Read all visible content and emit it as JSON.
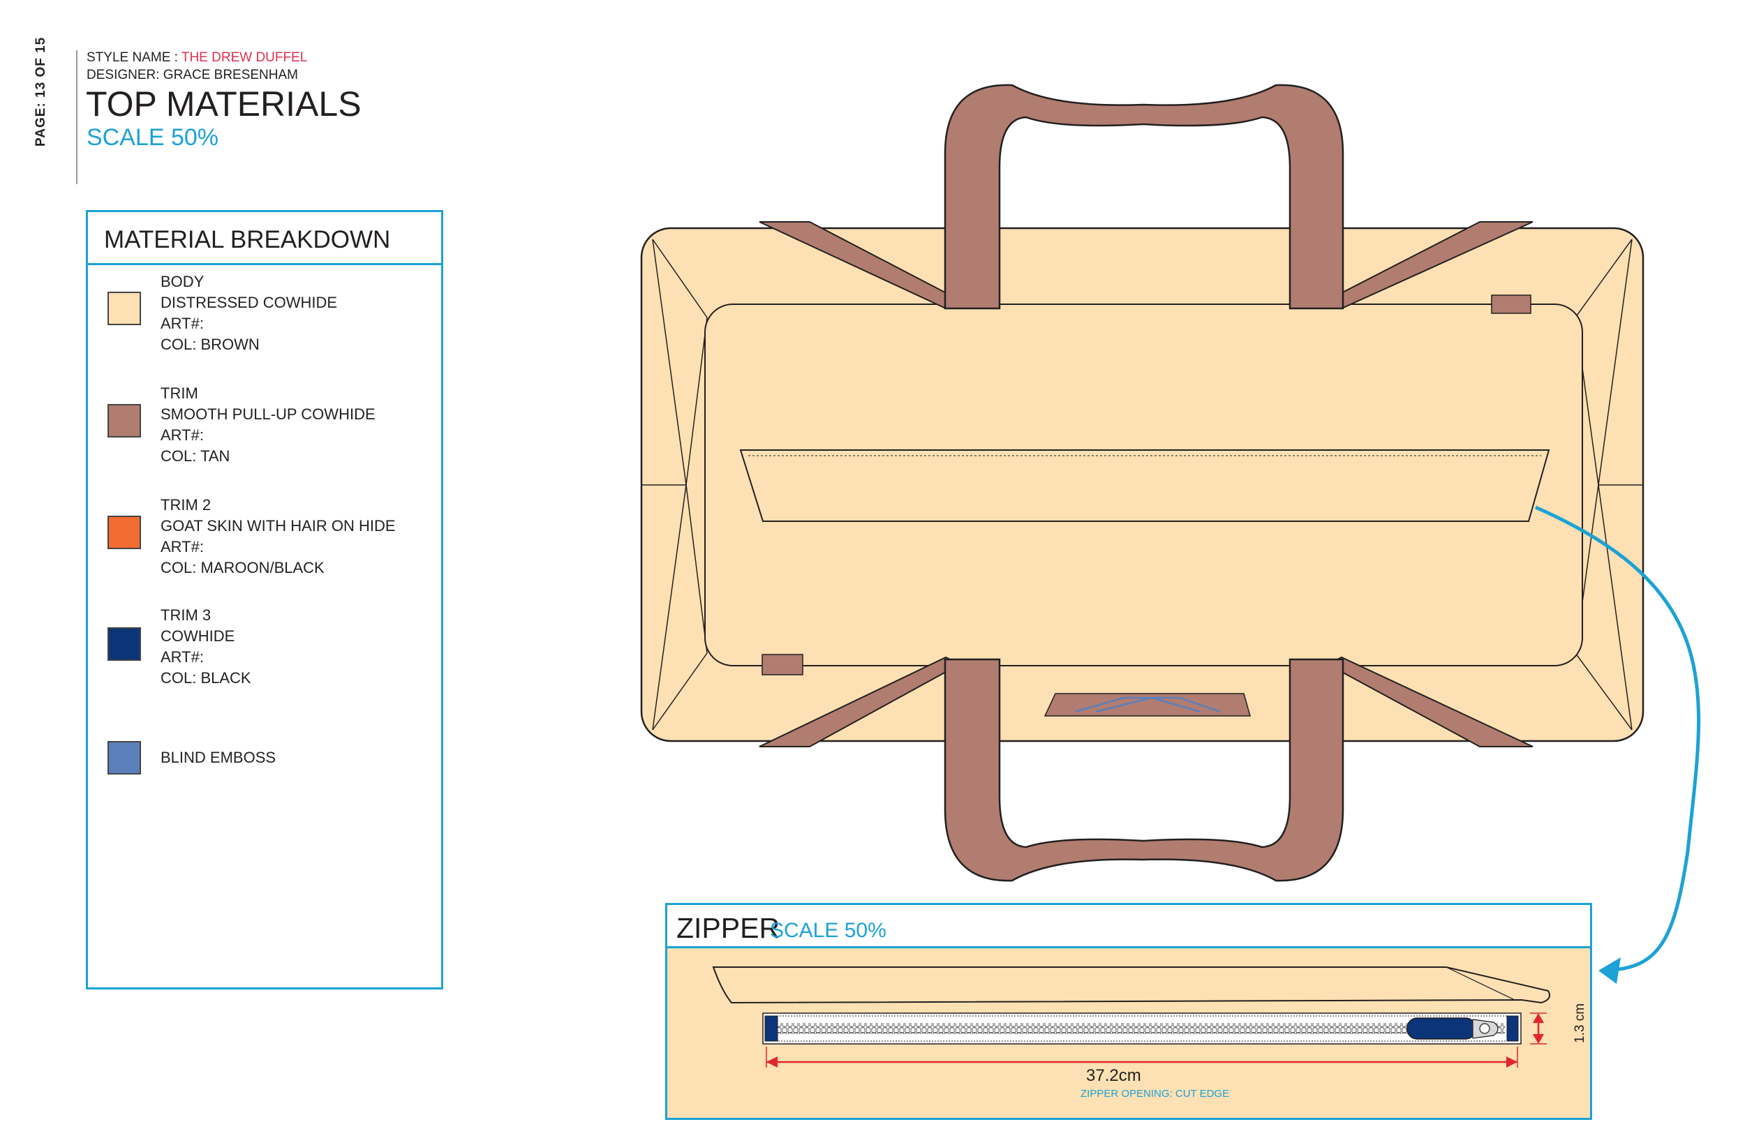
{
  "header": {
    "page_label": "PAGE: 13 OF 15",
    "style_name_label": "STYLE NAME :",
    "style_name_value": "THE DREW DUFFEL",
    "designer": "DESIGNER: GRACE BRESENHAM",
    "title": "TOP MATERIALS",
    "scale": "SCALE 50%"
  },
  "material_breakdown": {
    "title": "MATERIAL BREAKDOWN",
    "items": [
      {
        "color": "#fde0b3",
        "lines": [
          "BODY",
          "DISTRESSED COWHIDE",
          "ART#:",
          "COL: BROWN"
        ]
      },
      {
        "color": "#b07d70",
        "lines": [
          "TRIM",
          "SMOOTH PULL-UP COWHIDE",
          "ART#:",
          "COL: TAN"
        ]
      },
      {
        "color": "#f36d32",
        "lines": [
          "TRIM 2",
          "GOAT SKIN WITH HAIR ON HIDE",
          "ART#:",
          "COL: MAROON/BLACK"
        ]
      },
      {
        "color": "#0b3578",
        "lines": [
          "TRIM 3",
          "COWHIDE",
          "ART#:",
          "COL: BLACK"
        ]
      },
      {
        "color": "#5b7fbb",
        "lines": [
          "BLIND EMBOSS"
        ]
      }
    ]
  },
  "zipper": {
    "title": "ZIPPER",
    "scale": "SCALE 50%",
    "length": "37.2cm",
    "note": "ZIPPER OPENING: CUT EDGE",
    "height": "1.3 cm"
  },
  "colors": {
    "body": "#fde0b3",
    "trim": "#b07d70",
    "trim2": "#f36d32",
    "trim3": "#0b3578",
    "emboss": "#5b7fbb",
    "accent": "#1ba2d6",
    "dimension": "#e3242b"
  }
}
